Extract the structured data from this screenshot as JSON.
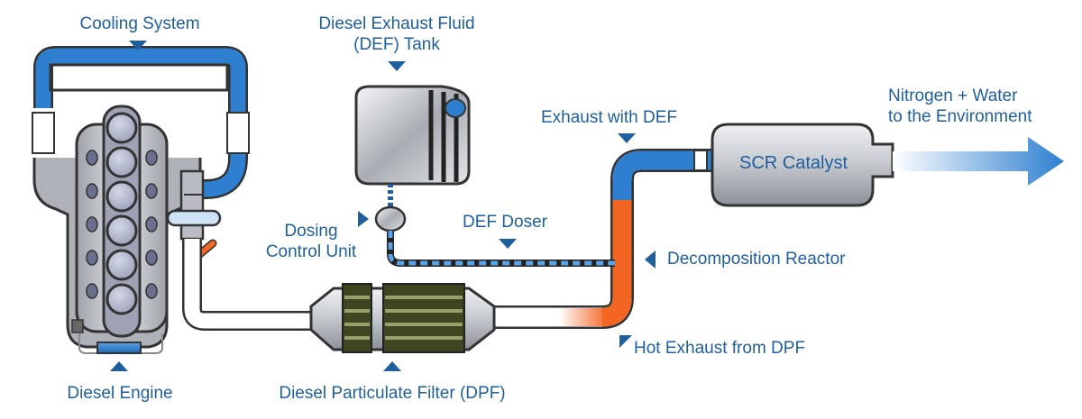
{
  "labels": {
    "cooling_system": "Cooling System",
    "def_tank_line1": "Diesel Exhaust Fluid",
    "def_tank_line2": "(DEF) Tank",
    "exhaust_with_def": "Exhaust with DEF",
    "nitrogen_line1": "Nitrogen + Water",
    "nitrogen_line2": "to the Environment",
    "scr_catalyst": "SCR Catalyst",
    "dosing_line1": "Dosing",
    "dosing_line2": "Control Unit",
    "def_doser": "DEF Doser",
    "decomposition_reactor": "Decomposition Reactor",
    "hot_exhaust": "Hot Exhaust from DPF",
    "diesel_engine": "Diesel Engine",
    "dpf": "Diesel Particulate Filter (DPF)"
  },
  "colors": {
    "label_blue": "#1f5f9e",
    "coolant_blue": "#2e7fd0",
    "hot_orange": "#f26522",
    "pipe_outline": "#333333",
    "steel_gray": "#b9bcc2"
  }
}
